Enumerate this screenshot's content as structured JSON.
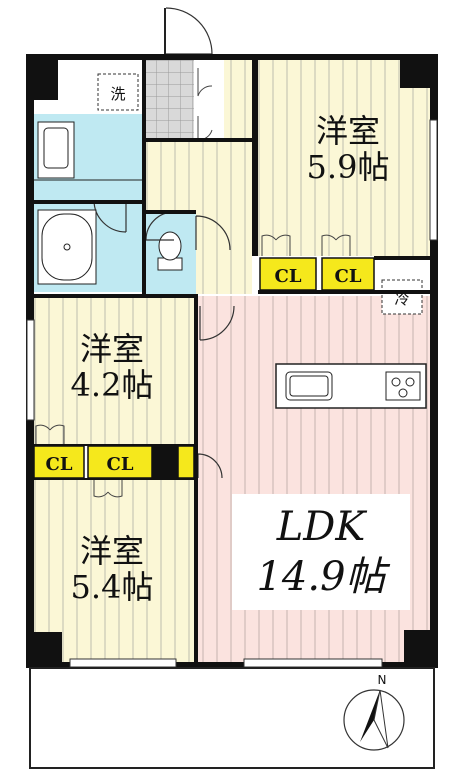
{
  "rooms": {
    "western_1": {
      "name": "洋室",
      "size": "5.9帖"
    },
    "western_2": {
      "name": "洋室",
      "size": "4.2帖"
    },
    "western_3": {
      "name": "洋室",
      "size": "5.4帖"
    },
    "ldk": {
      "name": "LDK",
      "size": "14.9帖"
    }
  },
  "closets": [
    "CL",
    "CL",
    "CL",
    "CL"
  ],
  "labels": {
    "washer": "洗",
    "fridge": "冷",
    "north": "N"
  },
  "colors": {
    "wall": "#111111",
    "room_floor": "#fbf7d6",
    "ldk_floor": "#fbe3df",
    "wet_area": "#bfe9f2",
    "closet": "#f5e81c",
    "stripe": "#b8b8b0"
  }
}
